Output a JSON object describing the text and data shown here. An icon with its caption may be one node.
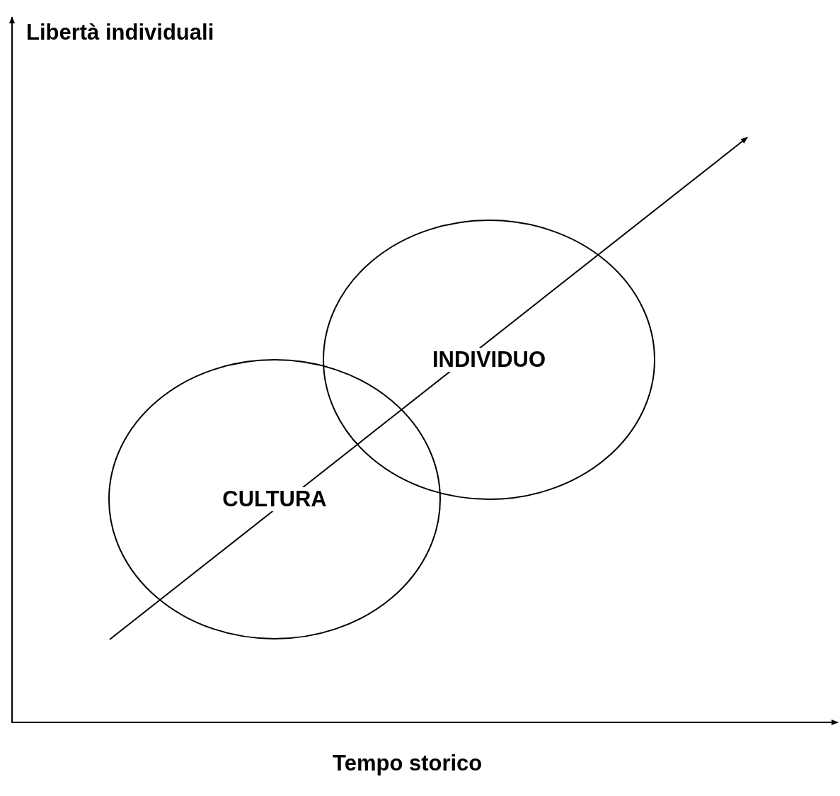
{
  "diagram": {
    "nodes": [
      {
        "text": [
          "CULTURA"
        ]
      },
      {
        "text": [
          "INDIVIDUO"
        ]
      }
    ],
    "labels": [
      "Libertà individuali",
      "Tempo storico"
    ]
  }
}
